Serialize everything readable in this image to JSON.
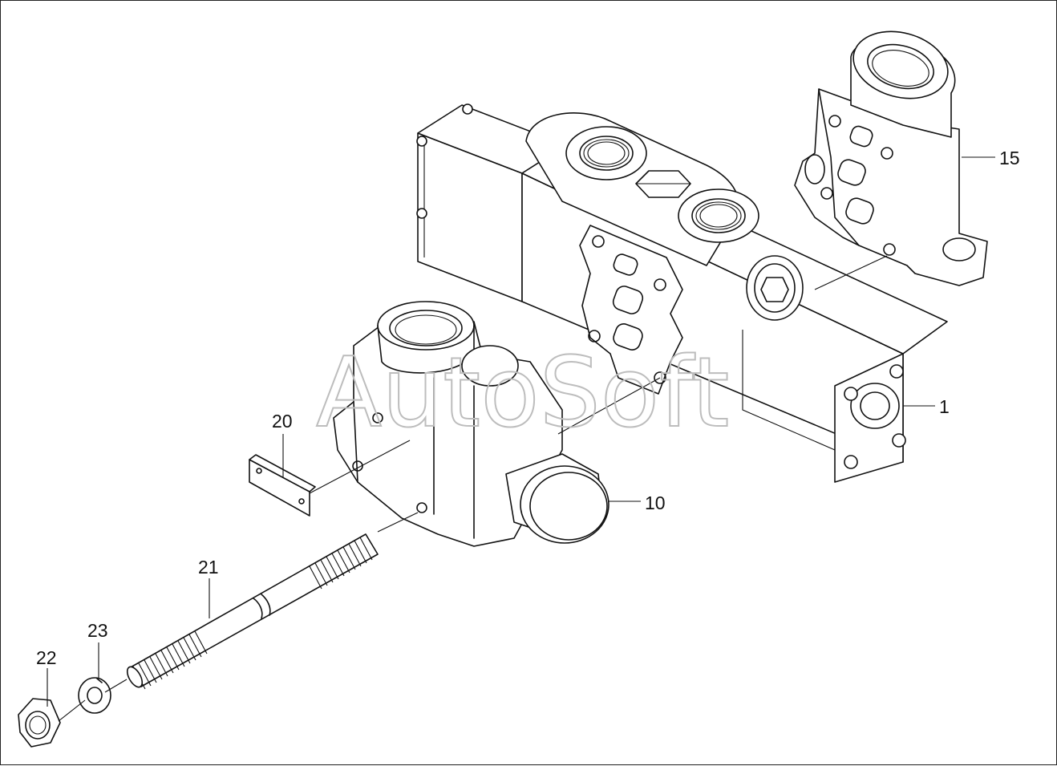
{
  "watermark": "AutoSoft",
  "callouts": [
    {
      "id": "1",
      "text": "1"
    },
    {
      "id": "10",
      "text": "10"
    },
    {
      "id": "15",
      "text": "15"
    },
    {
      "id": "20",
      "text": "20"
    },
    {
      "id": "21",
      "text": "21"
    },
    {
      "id": "22",
      "text": "22"
    },
    {
      "id": "23",
      "text": "23"
    }
  ]
}
